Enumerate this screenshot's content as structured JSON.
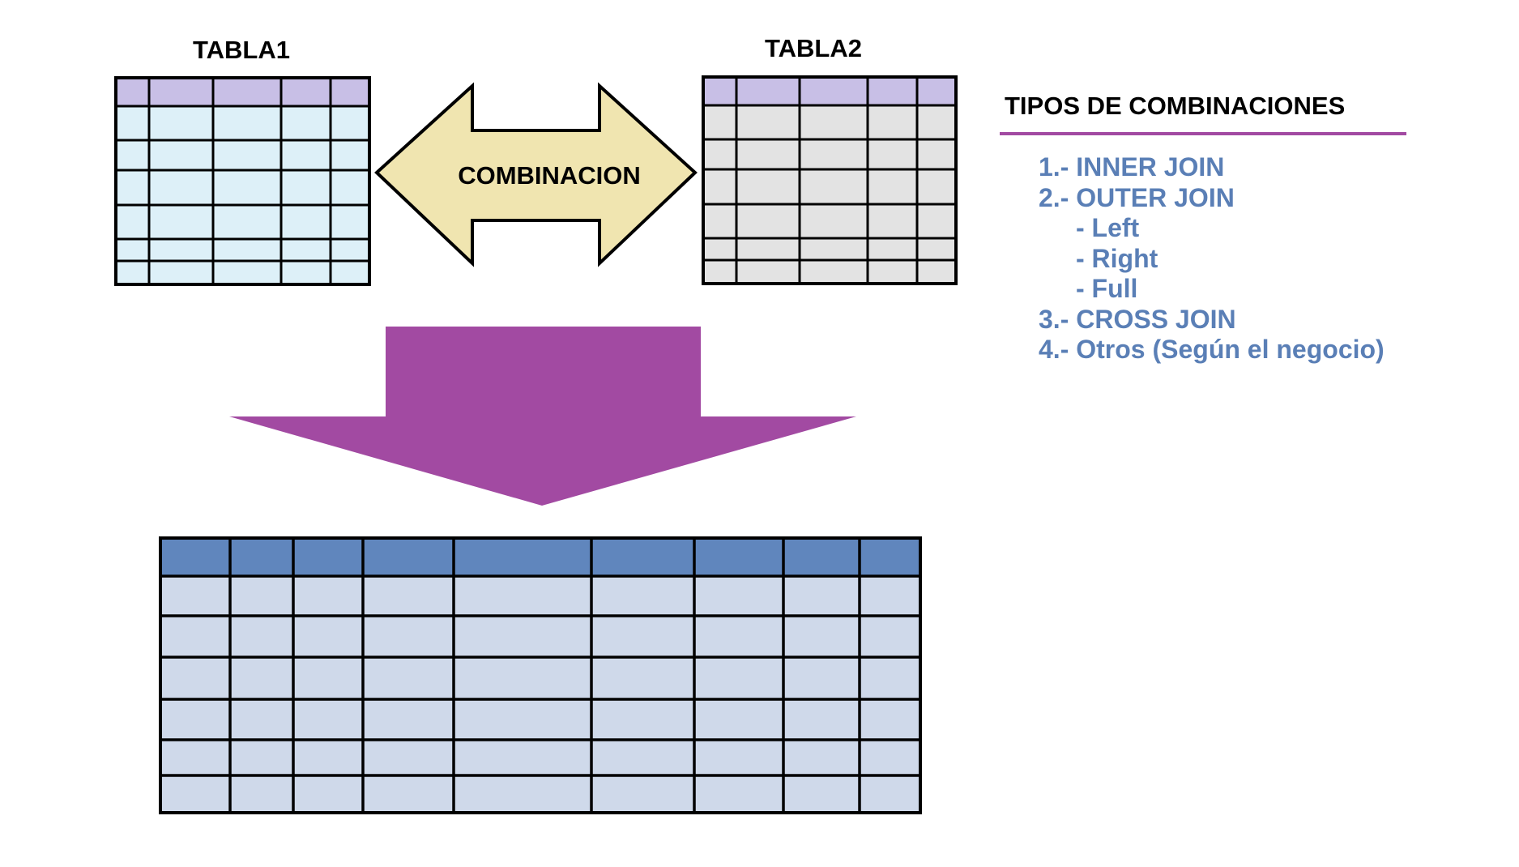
{
  "diagram": {
    "table1": {
      "title": "TABLA1",
      "header_color": "#c8bfe6",
      "body_color": "#ddf0f8",
      "columns": 5,
      "rows": 6
    },
    "table2": {
      "title": "TABLA2",
      "header_color": "#c8bfe6",
      "body_color": "#e3e3e3",
      "columns": 5,
      "rows": 6
    },
    "combination_arrow": {
      "label": "COMBINACION",
      "fill_color": "#f0e5b0",
      "direction": "bidirectional"
    },
    "result_arrow": {
      "fill_color": "#a24aa2",
      "direction": "down"
    },
    "result_table": {
      "header_color": "#6086bd",
      "body_color": "#cfd9ea",
      "columns": 9,
      "rows": 6
    },
    "join_types": {
      "title": "TIPOS DE COMBINACIONES",
      "rule_color": "#a24aa2",
      "text_color": "#5a7fb6",
      "items": [
        "1.- INNER JOIN",
        "2.- OUTER JOIN",
        "- Left",
        "- Right",
        "- Full",
        "3.- CROSS JOIN",
        "4.- Otros (Según el negocio)"
      ]
    }
  }
}
